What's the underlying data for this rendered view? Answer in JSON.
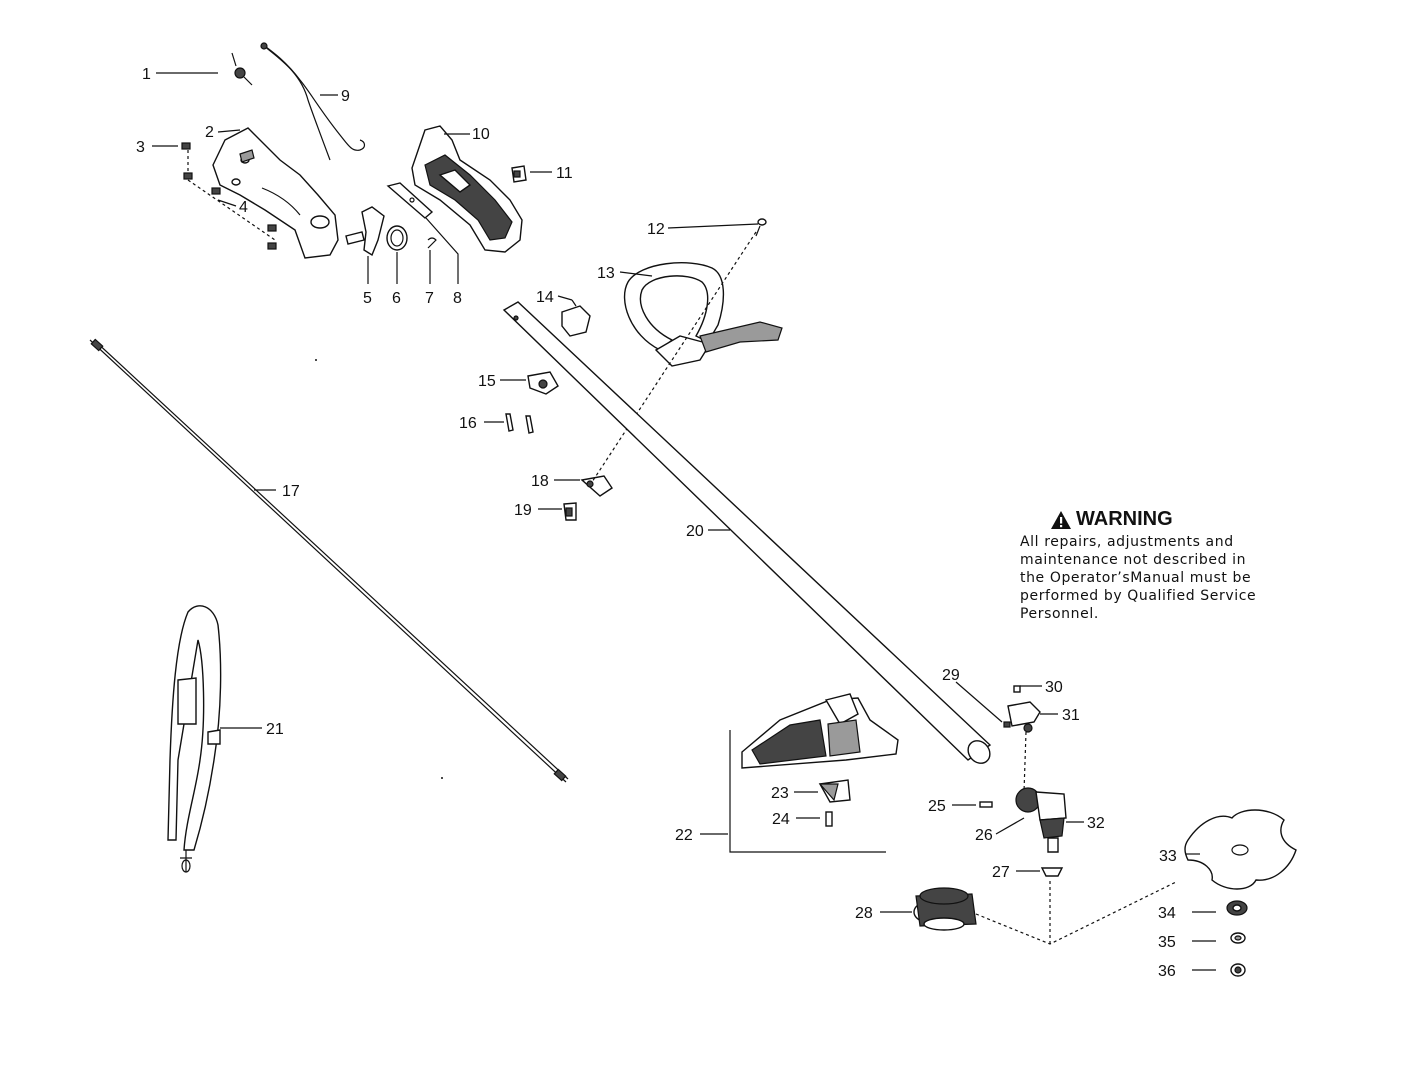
{
  "warning": {
    "title": "WARNING",
    "lines": [
      "All repairs, adjustments and",
      "maintenance not described in",
      "the Operator’sManual must be",
      "performed by Qualified Service",
      "Personnel."
    ]
  },
  "callouts": [
    {
      "id": "1",
      "text": "1"
    },
    {
      "id": "2",
      "text": "2"
    },
    {
      "id": "3",
      "text": "3"
    },
    {
      "id": "4",
      "text": "4"
    },
    {
      "id": "5",
      "text": "5"
    },
    {
      "id": "6",
      "text": "6"
    },
    {
      "id": "7",
      "text": "7"
    },
    {
      "id": "8",
      "text": "8"
    },
    {
      "id": "9",
      "text": "9"
    },
    {
      "id": "10",
      "text": "10"
    },
    {
      "id": "11",
      "text": "11"
    },
    {
      "id": "12",
      "text": "12"
    },
    {
      "id": "13",
      "text": "13"
    },
    {
      "id": "14",
      "text": "14"
    },
    {
      "id": "15",
      "text": "15"
    },
    {
      "id": "16",
      "text": "16"
    },
    {
      "id": "17",
      "text": "17"
    },
    {
      "id": "18",
      "text": "18"
    },
    {
      "id": "19",
      "text": "19"
    },
    {
      "id": "20",
      "text": "20"
    },
    {
      "id": "21",
      "text": "21"
    },
    {
      "id": "22",
      "text": "22"
    },
    {
      "id": "23",
      "text": "23"
    },
    {
      "id": "24",
      "text": "24"
    },
    {
      "id": "25",
      "text": "25"
    },
    {
      "id": "26",
      "text": "26"
    },
    {
      "id": "27",
      "text": "27"
    },
    {
      "id": "28",
      "text": "28"
    },
    {
      "id": "29",
      "text": "29"
    },
    {
      "id": "30",
      "text": "30"
    },
    {
      "id": "31",
      "text": "31"
    },
    {
      "id": "32",
      "text": "32"
    },
    {
      "id": "33",
      "text": "33"
    },
    {
      "id": "34",
      "text": "34"
    },
    {
      "id": "35",
      "text": "35"
    },
    {
      "id": "36",
      "text": "36"
    }
  ]
}
